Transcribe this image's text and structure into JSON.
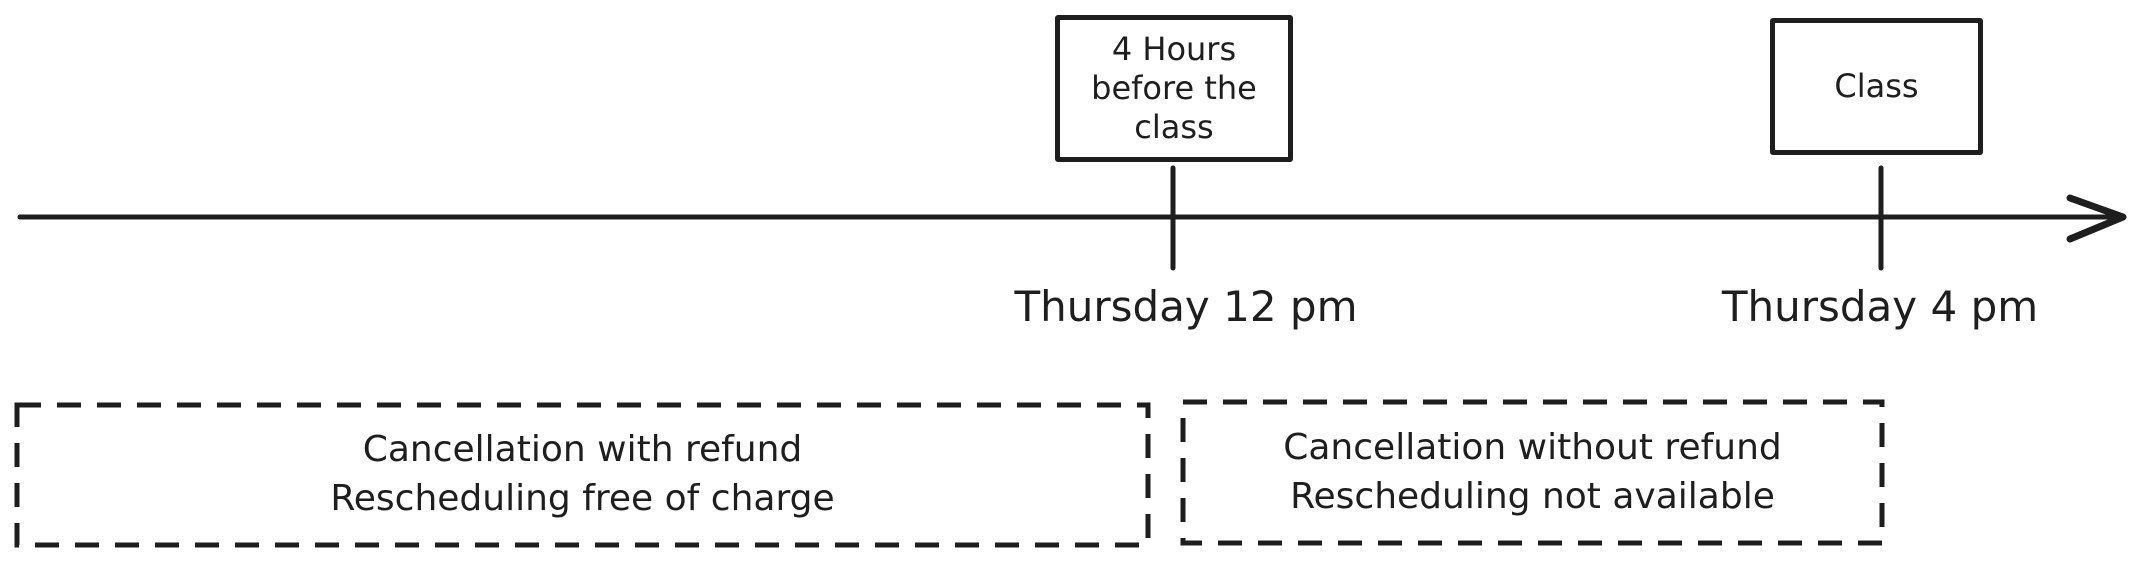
{
  "diagram": {
    "stroke_color": "#1e1e1e",
    "background_color": "#ffffff",
    "event_boxes": [
      {
        "label": "4 Hours\nbefore the\nclass"
      },
      {
        "label": "Class"
      }
    ],
    "time_labels": [
      "Thursday 12 pm",
      "Thursday 4 pm"
    ],
    "policy_zones": [
      {
        "text": "Cancellation with refund\nRescheduling free of charge"
      },
      {
        "text": "Cancellation without refund\nRescheduling not available"
      }
    ]
  }
}
